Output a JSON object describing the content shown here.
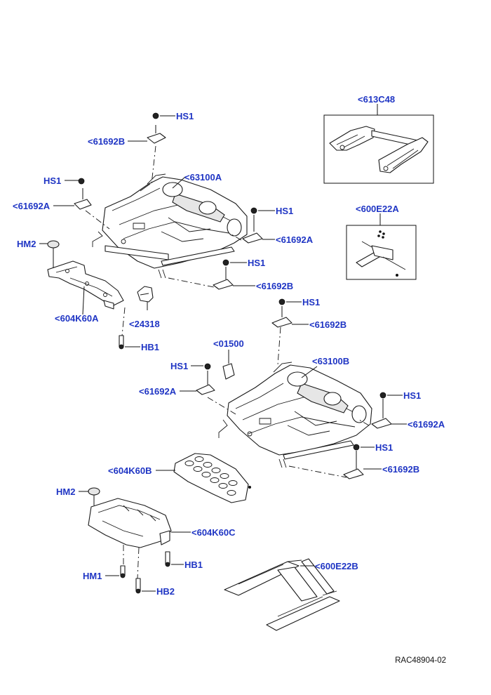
{
  "callouts": {
    "hs1_top": "HS1",
    "p61692b_top": "<61692B",
    "p613c48": "<613C48",
    "hs1_left": "HS1",
    "p63100a": "<63100A",
    "p61692a_left": "<61692A",
    "hs1_right_a": "HS1",
    "p600e22a": "<600E22A",
    "hm2_top": "HM2",
    "p61692a_right": "<61692A",
    "hs1_mid": "HS1",
    "p61692b_mid": "<61692B",
    "p604k60a": "<604K60A",
    "p24318": "<24318",
    "hs1_b": "HS1",
    "p61692b_b": "<61692B",
    "hb1_top": "HB1",
    "p01500": "<01500",
    "hs1_c": "HS1",
    "p63100b": "<63100B",
    "p61692a_c": "<61692A",
    "hs1_d": "HS1",
    "p61692a_d": "<61692A",
    "hs1_e": "HS1",
    "p604k60b": "<604K60B",
    "p61692b_e": "<61692B",
    "hm2_bottom": "HM2",
    "p604k60c": "<604K60C",
    "hb1_bottom": "HB1",
    "hm1": "HM1",
    "p600e22b": "<600E22B",
    "hb2": "HB2"
  },
  "reference": "RAC48904-02"
}
